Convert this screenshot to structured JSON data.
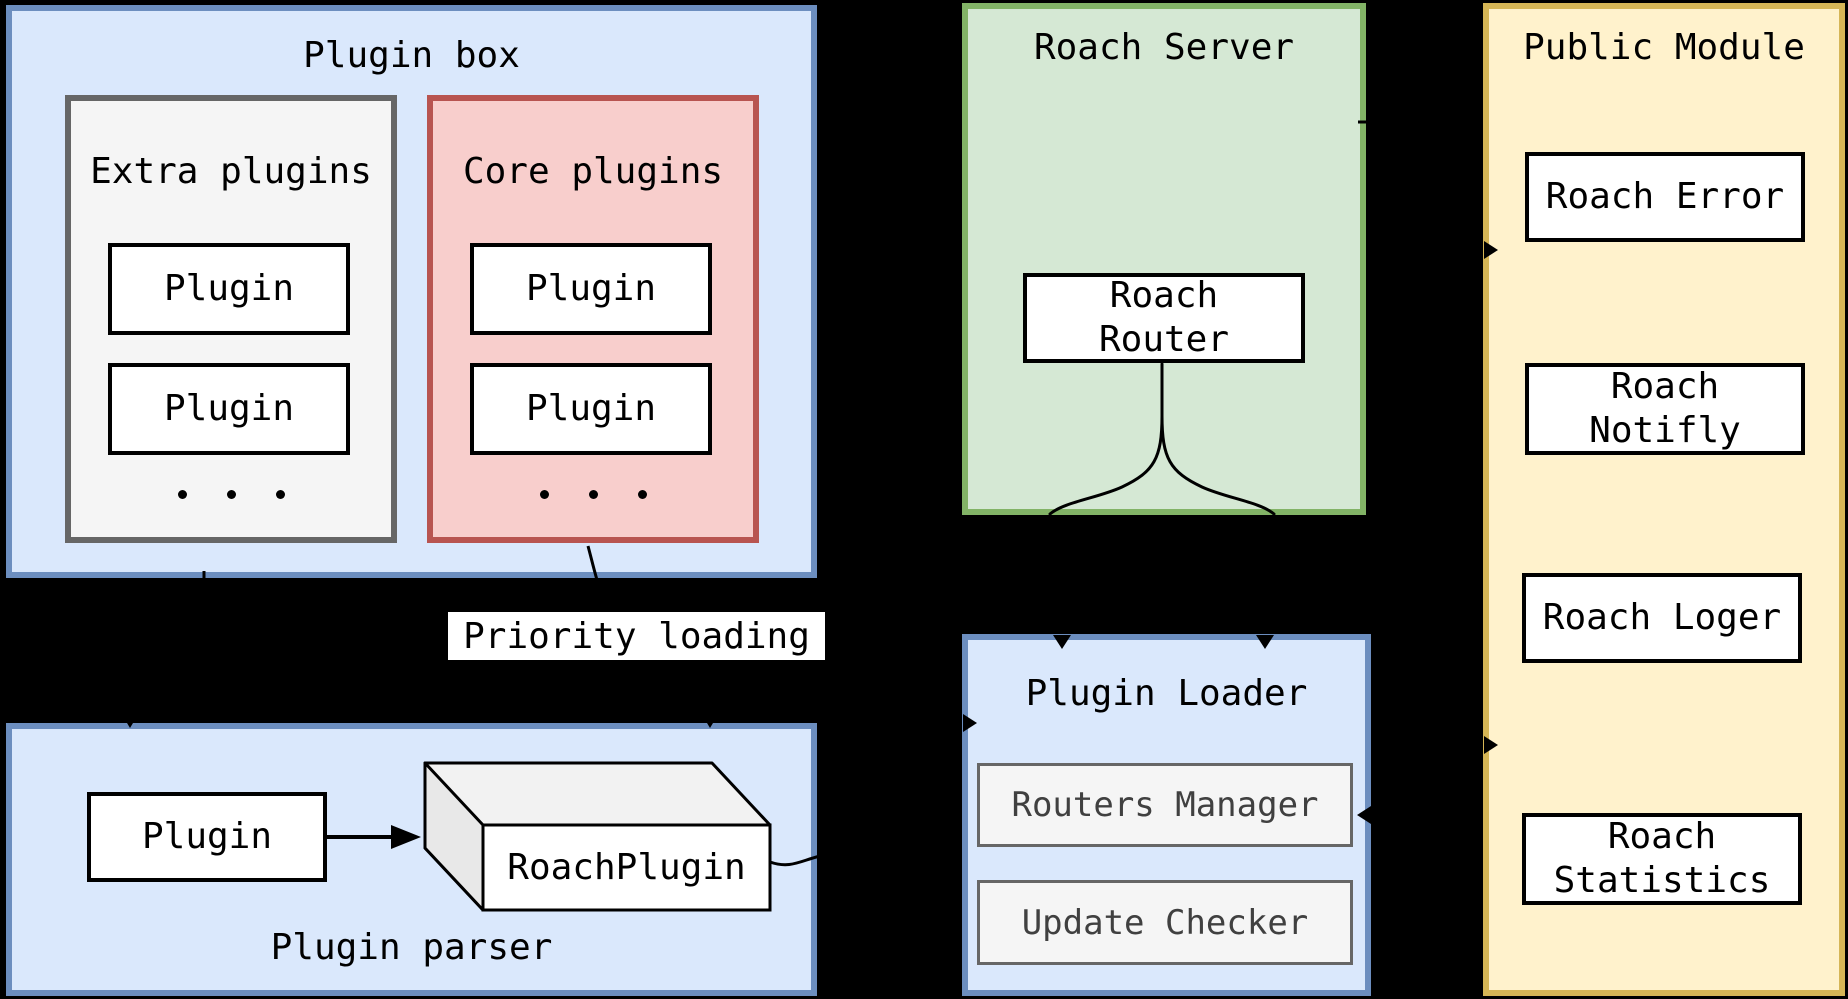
{
  "colors": {
    "background": "#000000",
    "blue_fill": "#dae8fc",
    "blue_stroke": "#6c8ebf",
    "green_fill": "#d5e8d4",
    "green_stroke": "#82b366",
    "red_fill": "#f8cecc",
    "red_stroke": "#b85450",
    "yellow_fill": "#fff2cc",
    "yellow_stroke": "#d6b656",
    "gray_fill": "#f5f5f5",
    "gray_stroke": "#666666",
    "node_fill": "#ffffff",
    "line": "#000000"
  },
  "plugin_box": {
    "title": "Plugin box",
    "extra": {
      "title": "Extra plugins",
      "plugins": [
        "Plugin",
        "Plugin"
      ]
    },
    "core": {
      "title": "Core plugins",
      "plugins": [
        "Plugin",
        "Plugin"
      ]
    }
  },
  "connector_label": "Priority loading",
  "plugin_parser": {
    "title": "Plugin parser",
    "plugin": "Plugin",
    "cube": "RoachPlugin"
  },
  "roach_server": {
    "title": "Roach Server",
    "router": "Roach\nRouter"
  },
  "plugin_loader": {
    "title": "Plugin Loader",
    "modules": [
      "Routers Manager",
      "Update Checker"
    ]
  },
  "public_module": {
    "title": "Public Module",
    "modules": [
      "Roach Error",
      "Roach\nNotifly",
      "Roach Loger",
      "Roach\nStatistics"
    ]
  }
}
